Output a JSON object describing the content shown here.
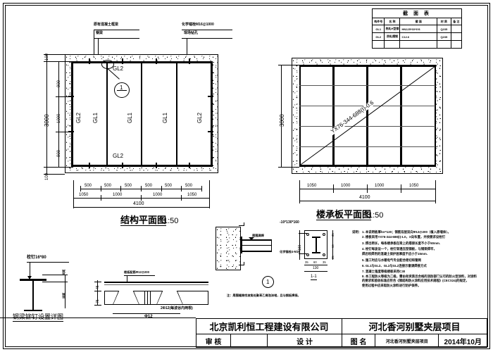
{
  "sheet": {
    "border_note": "A3 engineering drawing sheet"
  },
  "section_table": {
    "title": "截 面 表",
    "headers": [
      "构件号",
      "名 称",
      "截 面",
      "材 质",
      "备 注"
    ],
    "rows": [
      {
        "id": "GL1",
        "name": "热轧H型钢",
        "section": "HN125*60*6*8",
        "material": "Q235",
        "remark": ""
      },
      {
        "id": "GL2",
        "name": "热轧槽钢",
        "section": "C12.6",
        "material": "Q235",
        "remark": ""
      },
      {
        "id": "",
        "name": "",
        "section": "",
        "material": "",
        "remark": ""
      }
    ]
  },
  "structural_plan": {
    "title": "结构平面图",
    "scale": "1:50",
    "callouts": [
      {
        "label": "原有混凝土框梁"
      },
      {
        "label": "钢梁"
      },
      {
        "label": "化学锚栓M16@1000"
      },
      {
        "label": "现场钻孔"
      }
    ],
    "beam_labels": [
      "GL2",
      "GL1",
      "GL1",
      "GL1",
      "GL2"
    ],
    "edge_labels": [
      "GL2",
      "GL2"
    ],
    "detail_bubble": "1",
    "vertical_dims": [
      "100",
      "900",
      "1000",
      "900",
      "100"
    ],
    "vertical_total": "3000",
    "top_dims": [
      "500",
      "500",
      "500",
      "500",
      "500",
      "500"
    ],
    "mid_dims": [
      "1050",
      "1000",
      "1000",
      "1050"
    ],
    "overall_dim": "4100"
  },
  "deck_plan": {
    "title": "楼承板平面图",
    "scale": "1:50",
    "deck_label": "YX76-344-688(I)-0.6",
    "vertical_total": "3000",
    "dims": [
      "1050",
      "1000",
      "1000",
      "1050"
    ],
    "overall_dim": "4100"
  },
  "detail_1": {
    "bubble": "1",
    "plate_label": "-10*130*160",
    "anchor_label": "化学锚栓4-M16",
    "weld_note": "周围满焊",
    "section_name": "1-1",
    "dims_h": [
      "35",
      "60",
      "35"
    ],
    "dims_v": [
      "35",
      "60",
      "35"
    ],
    "width_dim": "130",
    "height_dim": "160",
    "footnote": "注：周围缝隙找坡角处聚苯乙烯泡沫堵，且与钢板焊接。"
  },
  "stud_detail": {
    "title": "钢梁铆钉设置详图",
    "stud_label": "栓钉16*80",
    "spacing_label": "间距",
    "pitch_label": "间距"
  },
  "deck_section": {
    "rebar_note": "楼板配筋Φ12@200",
    "bottom_rebar": "2Φ12(每波谷内两根)",
    "bar_size": "Φ12",
    "dim_top": "45",
    "dim_bot": "75"
  },
  "notes": {
    "lead": "说明：",
    "items": [
      "1. 本说明板厚hn=120；钢筋双层双向Φ12@200（植入原墙体）。",
      "2. 楼板采用YX76-344-688(I)-1.0，X向布置，并按要求设栓钉",
      "3. 焊出明长，每条楼承板在梁上的搭接长度不小于50mm.",
      "4. 栓钉每波设一个，栓钉穿透压型钢板，与钢梁焊牢，",
      "   焊后咬焊剂的混凝土保护层厚度不应小于15mm.",
      "5. 施工时应与水暖电气专业配合密切和管网",
      "6. GL1与GL2、GL2与GL2连接示意请焊接方式",
      "7. 混凝土强度等级楼板采用C30",
      "8. 本工程防火等级为二级，需由有资质且合格的消防部门认可的防火型涂料，对涂料",
      "   的要求和验收标准应符合《钢结构防火涂料应用技术规程》(CECS24)的规定，",
      "   使用过程中应采取防火涂料进行防护保养。"
    ]
  },
  "title_block": {
    "company": "北京凯利恒工程建设有限公司",
    "project": "河北香河别墅夹层项目",
    "review_label": "审   核",
    "review_value": "",
    "design_label": "设   计",
    "design_value": "",
    "drawing_label": "图   名",
    "drawing_name": "河北香河别墅夹层项目",
    "date": "2014年10月"
  }
}
